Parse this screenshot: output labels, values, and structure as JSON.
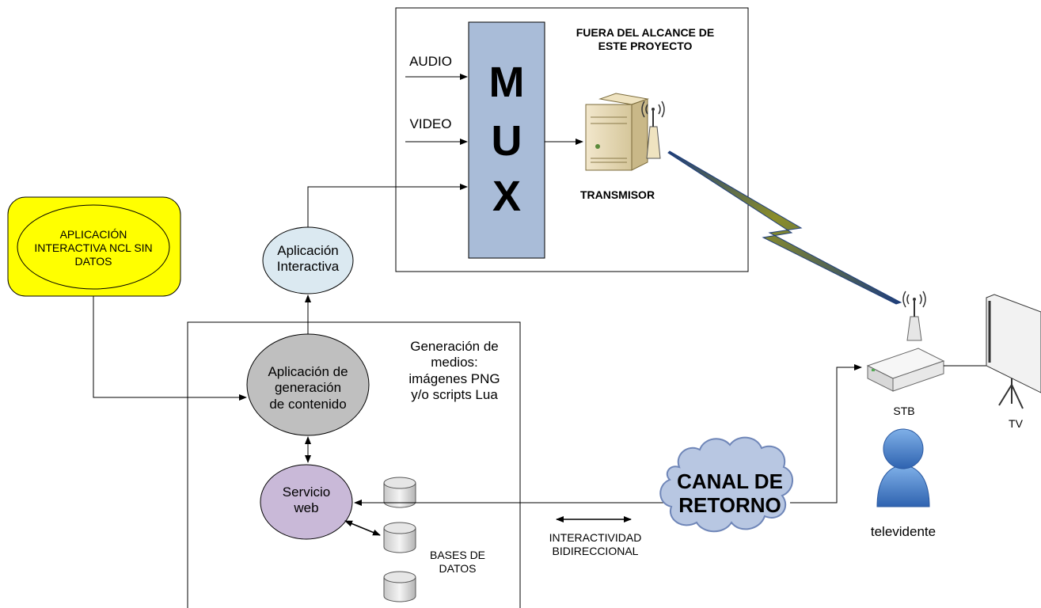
{
  "out_of_scope": {
    "title": "FUERA DEL ALCANCE DE\nESTE PROYECTO",
    "mux_letters": [
      "M",
      "U",
      "X"
    ],
    "inputs": {
      "audio": "AUDIO",
      "video": "VIDEO"
    },
    "transmitter": "TRANSMISOR"
  },
  "ncl_app": {
    "label": "APLICACIÓN\nINTERACTIVA NCL SIN\nDATOS",
    "color": "#ffff00"
  },
  "interactive_app": {
    "label": "Aplicación\nInteractiva"
  },
  "server": {
    "content_app": "Aplicación de\ngeneración\nde contenido",
    "media_note": "Generación de\nmedios:\nimágenes PNG\ny/o scripts Lua",
    "web_service": "Servicio\nweb",
    "databases": "BASES DE\nDATOS"
  },
  "interactivity": "INTERACTIVIDAD\nBIDIRECCIONAL",
  "return_channel": "CANAL DE\nRETORNO",
  "client": {
    "stb": "STB",
    "tv": "TV",
    "viewer": "televidente"
  },
  "colors": {
    "mux": "#a9bcd8",
    "interactive_app": "#dbe9f1",
    "content_app": "#bfbfbf",
    "web_service": "#c9b9d8",
    "cloud": "#b8c7e2",
    "viewer": "#5b8ed0"
  }
}
